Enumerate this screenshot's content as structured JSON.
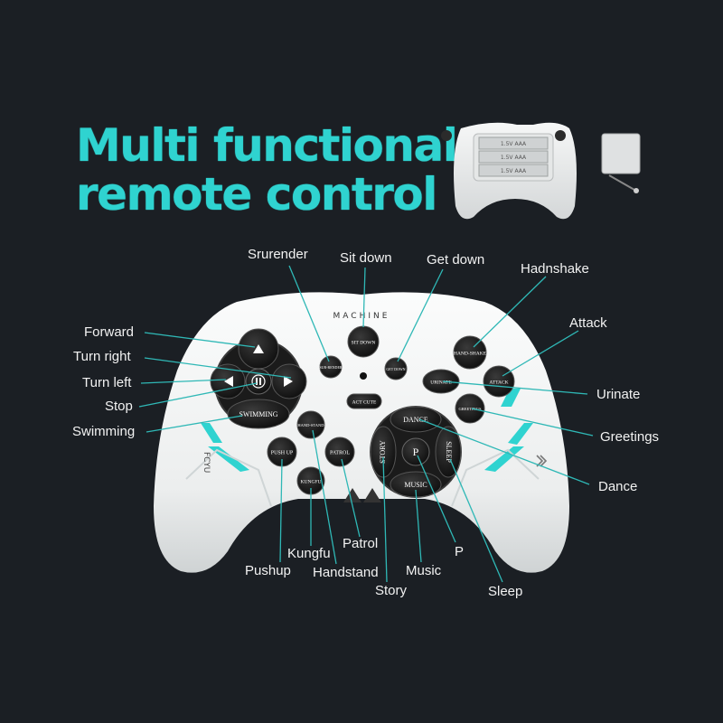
{
  "title": {
    "line1": "Multi functional",
    "line2": "remote control"
  },
  "controller": {
    "brand": "MACHINE",
    "side_brand": "FCYU",
    "accent_color": "#2fd3d0",
    "body_color": "#f3f4f4",
    "button_color": "#1c1c1c",
    "buttons": {
      "sit_down": "SIT DOWN",
      "surrender": "SUR-RENDER",
      "get_down": "GET DOWN",
      "handshake": "HAND-SHAKE",
      "attack": "ATTACK",
      "urinate": "URINATE",
      "greetings": "GREETINGS",
      "act_cute": "ACT CUTE",
      "swimming": "SWIMMING",
      "handstand": "HAND-STAND",
      "push_up": "PUSH UP",
      "patrol": "PATROL",
      "kungfu": "KUNGFU",
      "dance": "DANCE",
      "story": "STORY",
      "p": "P",
      "sleep": "SLEEP",
      "music": "MUSIC"
    }
  },
  "battery": {
    "cell_label": "1.5V AAA",
    "cells": 3
  },
  "labels": {
    "surrender": "Srurender",
    "sit_down": "Sit down",
    "get_down": "Get down",
    "handshake": "Hadnshake",
    "forward": "Forward",
    "attack": "Attack",
    "turn_right": "Turn right",
    "turn_left": "Turn left",
    "urinate": "Urinate",
    "stop": "Stop",
    "greetings": "Greetings",
    "swimming": "Swimming",
    "dance": "Dance",
    "patrol": "Patrol",
    "kungfu": "Kungfu",
    "p": "P",
    "pushup": "Pushup",
    "handstand": "Handstand",
    "music": "Music",
    "sleep": "Sleep",
    "story": "Story"
  }
}
